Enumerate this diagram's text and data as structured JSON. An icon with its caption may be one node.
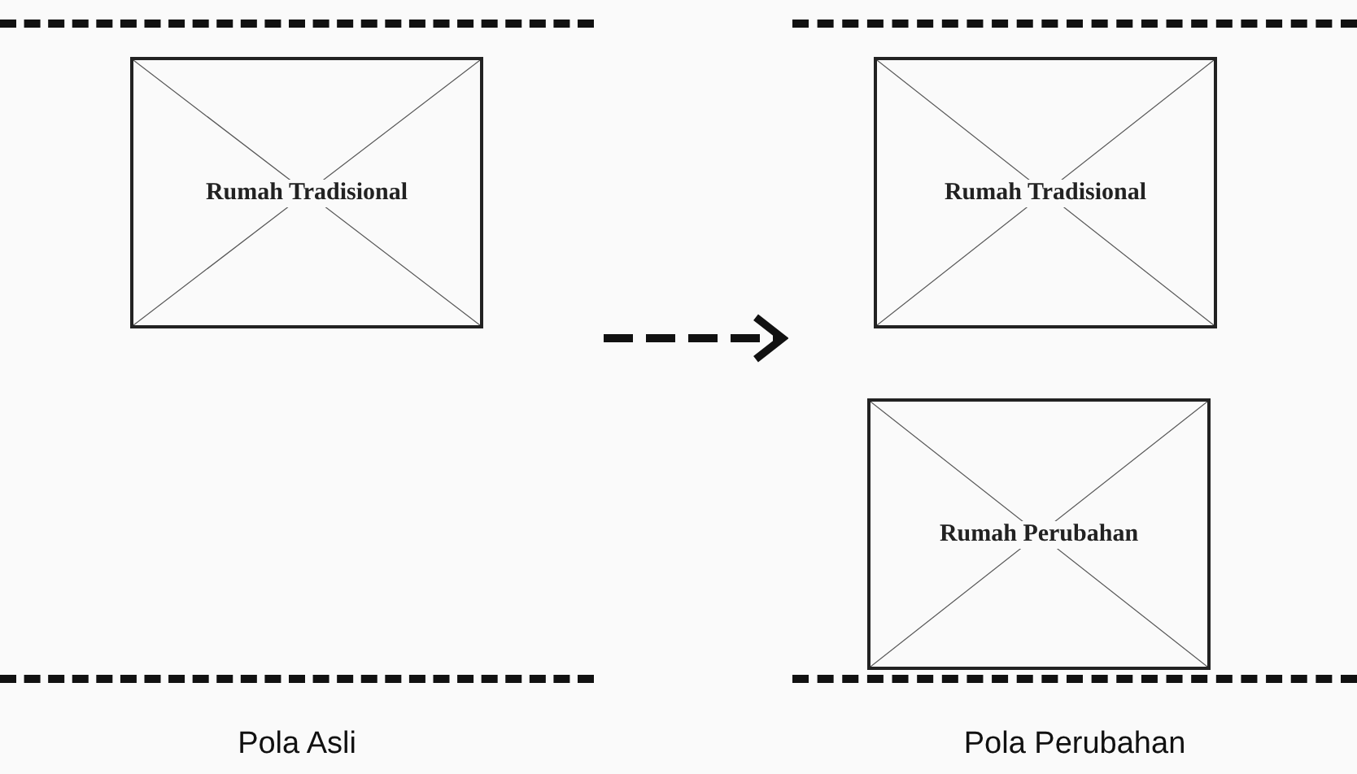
{
  "diagram": {
    "nodes": [
      {
        "text": [
          "Pola Asli"
        ]
      },
      {
        "text": [
          "Rumah Tradisional"
        ],
        "in": 0
      },
      {
        "text": [
          "Pola Perubahan"
        ]
      },
      {
        "text": [
          "Rumah Tradisional"
        ],
        "in": 2
      },
      {
        "text": [
          "Rumah Perubahan"
        ],
        "in": 2
      }
    ],
    "edges": [
      {
        "from": 0,
        "to": 2,
        "arrow": "to",
        "style": "dashed"
      }
    ]
  }
}
